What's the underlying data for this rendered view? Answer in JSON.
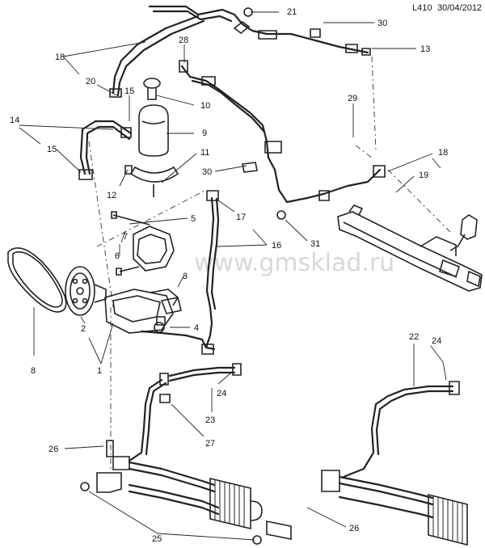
{
  "header": {
    "code": "L410",
    "date": "30/04/2012"
  },
  "watermark": "www.gmsklad.ru",
  "callouts": [
    "21",
    "30",
    "13",
    "18",
    "28",
    "20",
    "15",
    "10",
    "9",
    "14",
    "15",
    "11",
    "12",
    "30",
    "18",
    "19",
    "29",
    "17",
    "5",
    "7",
    "6",
    "16",
    "31",
    "3",
    "4",
    "8",
    "2",
    "1",
    "22",
    "24",
    "24",
    "23",
    "27",
    "26",
    "25",
    "26"
  ]
}
